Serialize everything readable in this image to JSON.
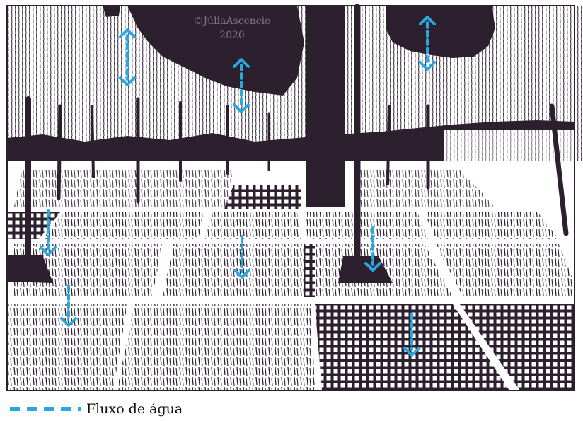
{
  "figure": {
    "credit_name": "©JúliaAscencio",
    "credit_year": "2020"
  },
  "colors": {
    "ink": "#2c1f2e",
    "paper": "#ffffff",
    "water_flow": "#29a8e0"
  },
  "legend": {
    "label": "Fluxo de água",
    "swatch": "dashed-line"
  },
  "annotations": {
    "type": "water-flow-arrows",
    "canopy_arrows": "bidirectional",
    "ground_arrows": "downward"
  }
}
